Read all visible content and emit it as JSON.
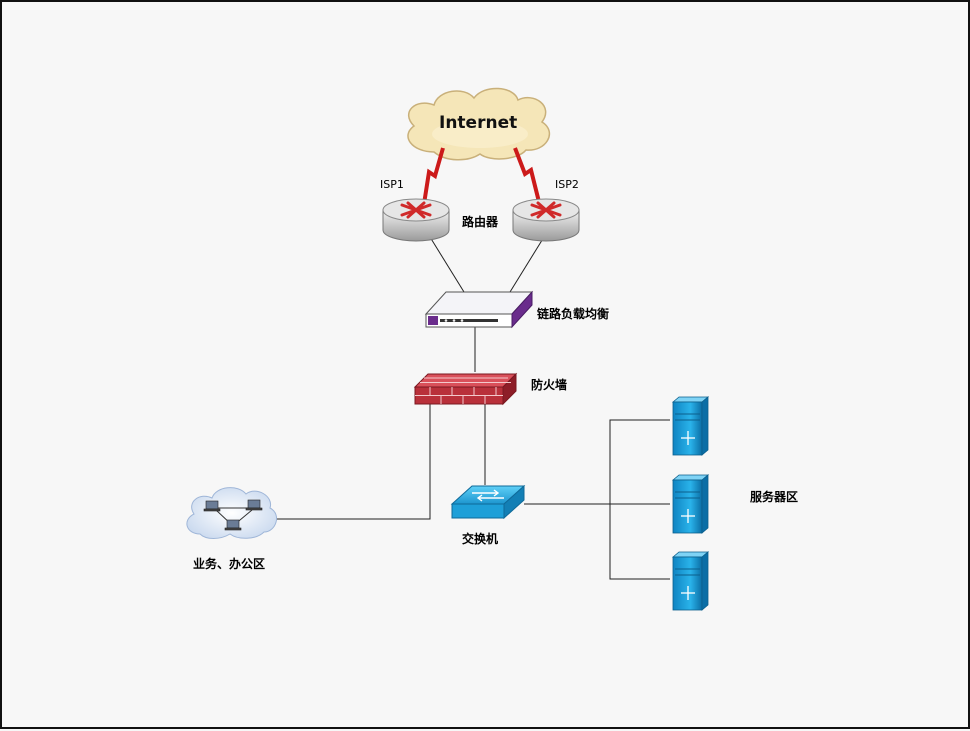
{
  "diagram": {
    "internet": "Internet",
    "isp1": "ISP1",
    "isp2": "ISP2",
    "router": "路由器",
    "load_balancer": "链路负载均衡",
    "firewall": "防火墙",
    "switch": "交换机",
    "office_zone": "业务、办公区",
    "server_zone": "服务器区"
  },
  "colors": {
    "link_red": "#cc1a1a",
    "cloud_fill": "#f5e6b8",
    "firewall_red": "#b9303a",
    "switch_blue": "#1e9fd8",
    "server_blue": "#18a2dc",
    "lb_purple": "#6a2c8c"
  }
}
